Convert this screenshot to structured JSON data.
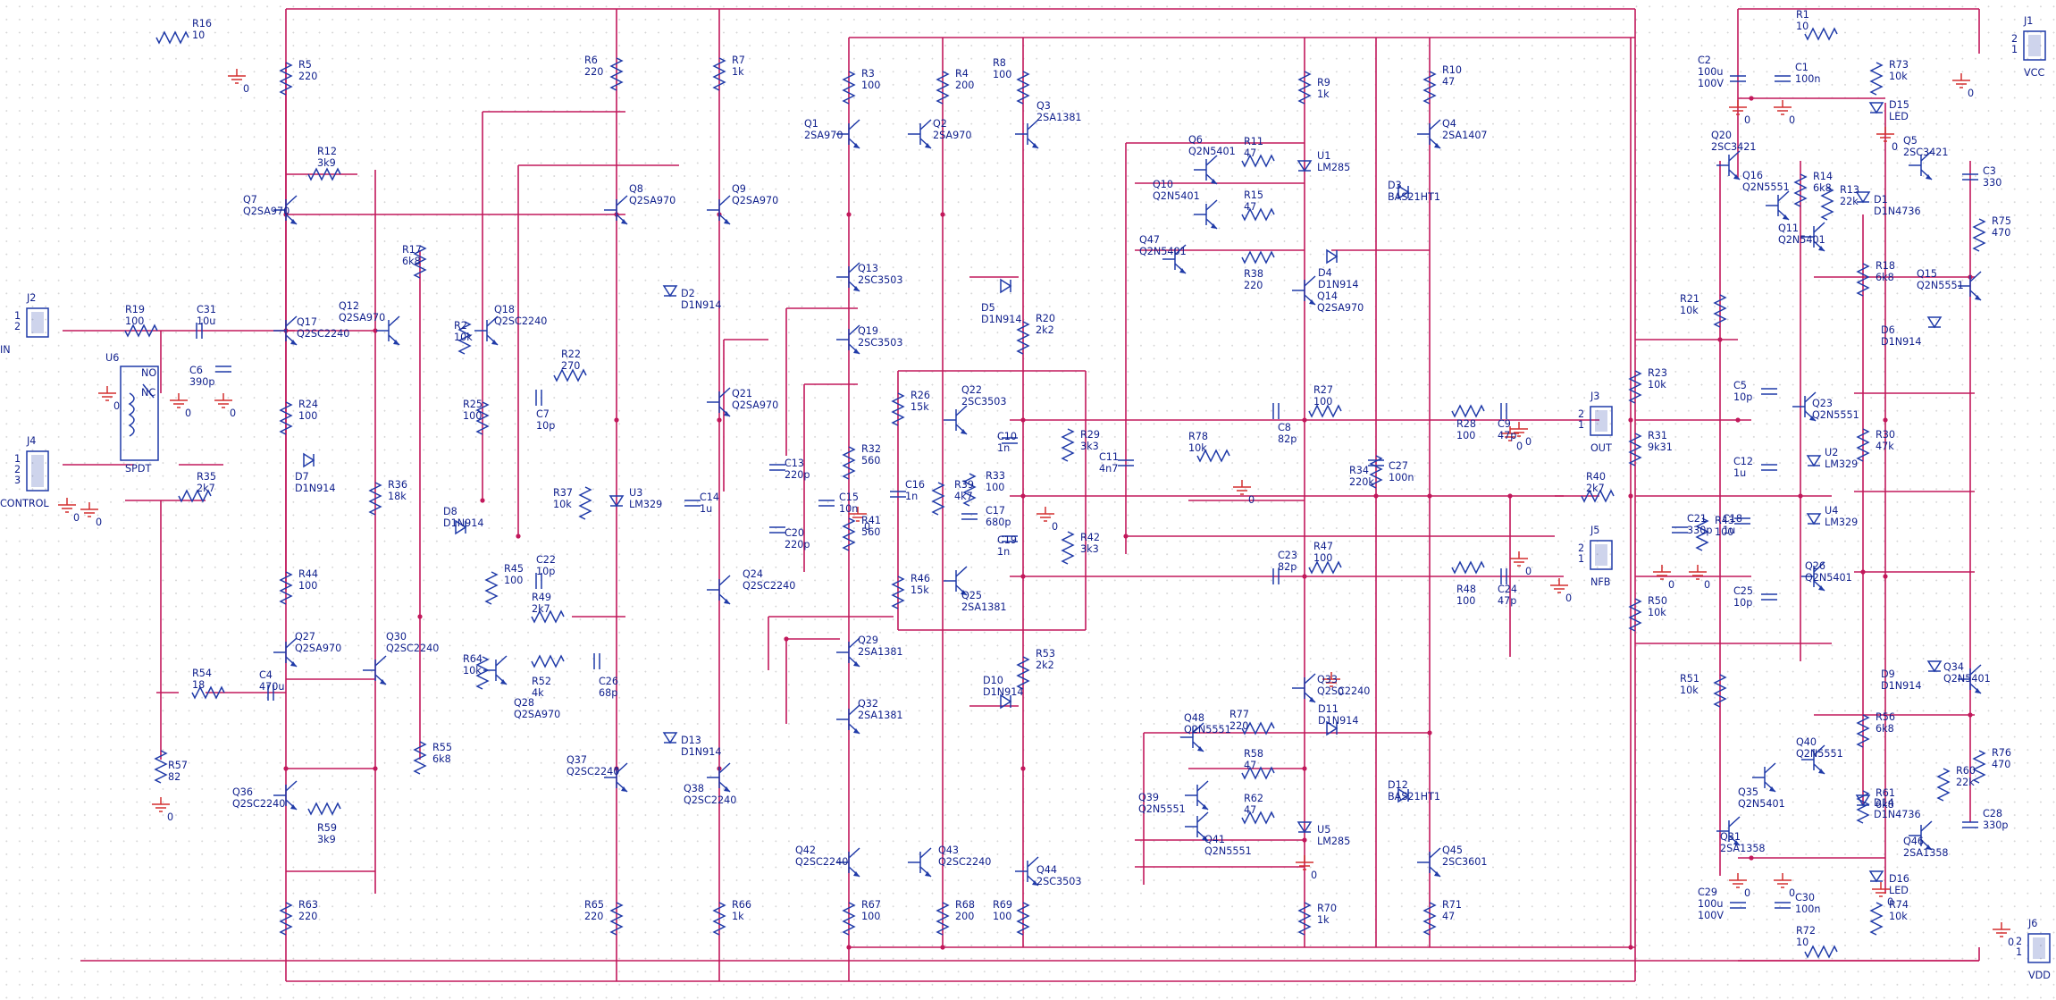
{
  "schematic": {
    "background": "#ffffff",
    "wire_color": "#c2185b",
    "part_color": "#1f3aa8",
    "ground_color": "#d32f2f",
    "text_color": "#0f1f8c",
    "connectors": [
      {
        "ref": "J1",
        "pin_labels": [
          "2",
          "1"
        ],
        "net": "VCC"
      },
      {
        "ref": "J2",
        "pin_labels": [
          "1",
          "2"
        ],
        "net": "IN"
      },
      {
        "ref": "J3",
        "pin_labels": [
          "2",
          "1"
        ],
        "net": "OUT"
      },
      {
        "ref": "J4",
        "pin_labels": [
          "1",
          "2",
          "3"
        ],
        "net": "CONTROL"
      },
      {
        "ref": "J5",
        "pin_labels": [
          "2",
          "1"
        ],
        "net": "NFB"
      },
      {
        "ref": "J6",
        "pin_labels": [
          "2",
          "1"
        ],
        "net": "VDD"
      }
    ],
    "switch": {
      "ref": "U6",
      "type": "SPDT",
      "no": "NO",
      "nc": "NC"
    },
    "resistors": [
      {
        "ref": "R16",
        "value": "10"
      },
      {
        "ref": "R5",
        "value": "220"
      },
      {
        "ref": "R6",
        "value": "220"
      },
      {
        "ref": "R7",
        "value": "1k"
      },
      {
        "ref": "R3",
        "value": "100"
      },
      {
        "ref": "R4",
        "value": "200"
      },
      {
        "ref": "R8",
        "value": "100"
      },
      {
        "ref": "R9",
        "value": "1k"
      },
      {
        "ref": "R10",
        "value": "47"
      },
      {
        "ref": "R1",
        "value": "10"
      },
      {
        "ref": "R73",
        "value": "10k"
      },
      {
        "ref": "R12",
        "value": "3k9"
      },
      {
        "ref": "R11",
        "value": "47"
      },
      {
        "ref": "R15",
        "value": "47"
      },
      {
        "ref": "R14",
        "value": "6k8"
      },
      {
        "ref": "R13",
        "value": "22k"
      },
      {
        "ref": "R75",
        "value": "470"
      },
      {
        "ref": "R17",
        "value": "6k8"
      },
      {
        "ref": "R38",
        "value": "220"
      },
      {
        "ref": "R18",
        "value": "6k8"
      },
      {
        "ref": "R19",
        "value": "100"
      },
      {
        "ref": "R2",
        "value": "10k"
      },
      {
        "ref": "R20",
        "value": "2k2"
      },
      {
        "ref": "R21",
        "value": "10k"
      },
      {
        "ref": "R22",
        "value": "270"
      },
      {
        "ref": "R23",
        "value": "10k"
      },
      {
        "ref": "R24",
        "value": "100"
      },
      {
        "ref": "R25",
        "value": "100"
      },
      {
        "ref": "R26",
        "value": "15k"
      },
      {
        "ref": "R27",
        "value": "100"
      },
      {
        "ref": "R28",
        "value": "100"
      },
      {
        "ref": "R29",
        "value": "3k3"
      },
      {
        "ref": "R30",
        "value": "47k"
      },
      {
        "ref": "R31",
        "value": "9k31"
      },
      {
        "ref": "R32",
        "value": "560"
      },
      {
        "ref": "R33",
        "value": "100"
      },
      {
        "ref": "R34",
        "value": "220k"
      },
      {
        "ref": "R78",
        "value": "10k"
      },
      {
        "ref": "R36",
        "value": "18k"
      },
      {
        "ref": "R35",
        "value": "2k7"
      },
      {
        "ref": "R37",
        "value": "10k"
      },
      {
        "ref": "R39",
        "value": "4k7"
      },
      {
        "ref": "R40",
        "value": "2k7"
      },
      {
        "ref": "R41",
        "value": "560"
      },
      {
        "ref": "R42",
        "value": "3k3"
      },
      {
        "ref": "R43",
        "value": "100"
      },
      {
        "ref": "R44",
        "value": "100"
      },
      {
        "ref": "R45",
        "value": "100"
      },
      {
        "ref": "R46",
        "value": "15k"
      },
      {
        "ref": "R47",
        "value": "100"
      },
      {
        "ref": "R48",
        "value": "100"
      },
      {
        "ref": "R49",
        "value": "2k7"
      },
      {
        "ref": "R50",
        "value": "10k"
      },
      {
        "ref": "R51",
        "value": "10k"
      },
      {
        "ref": "R52",
        "value": "4k"
      },
      {
        "ref": "R53",
        "value": "2k2"
      },
      {
        "ref": "R54",
        "value": "18"
      },
      {
        "ref": "R55",
        "value": "6k8"
      },
      {
        "ref": "R56",
        "value": "6k8"
      },
      {
        "ref": "R57",
        "value": "82"
      },
      {
        "ref": "R58",
        "value": "47"
      },
      {
        "ref": "R59",
        "value": "3k9"
      },
      {
        "ref": "R60",
        "value": "22k"
      },
      {
        "ref": "R61",
        "value": "6k8"
      },
      {
        "ref": "R62",
        "value": "47"
      },
      {
        "ref": "R63",
        "value": "220"
      },
      {
        "ref": "R64",
        "value": "10k"
      },
      {
        "ref": "R65",
        "value": "220"
      },
      {
        "ref": "R66",
        "value": "1k"
      },
      {
        "ref": "R67",
        "value": "100"
      },
      {
        "ref": "R68",
        "value": "200"
      },
      {
        "ref": "R69",
        "value": "100"
      },
      {
        "ref": "R70",
        "value": "1k"
      },
      {
        "ref": "R71",
        "value": "47"
      },
      {
        "ref": "R72",
        "value": "10"
      },
      {
        "ref": "R74",
        "value": "10k"
      },
      {
        "ref": "R76",
        "value": "470"
      },
      {
        "ref": "R77",
        "value": "220"
      }
    ],
    "capacitors": [
      {
        "ref": "C2",
        "value": "100u",
        "extra": "100V"
      },
      {
        "ref": "C1",
        "value": "100n"
      },
      {
        "ref": "C3",
        "value": "330"
      },
      {
        "ref": "C31",
        "value": "10u"
      },
      {
        "ref": "C6",
        "value": "390p"
      },
      {
        "ref": "C7",
        "value": "10p"
      },
      {
        "ref": "C8",
        "value": "82p"
      },
      {
        "ref": "C9",
        "value": "47p"
      },
      {
        "ref": "C5",
        "value": "10p"
      },
      {
        "ref": "C10",
        "value": "1n"
      },
      {
        "ref": "C11",
        "value": "4n7"
      },
      {
        "ref": "C27",
        "value": "100n"
      },
      {
        "ref": "C12",
        "value": "1u"
      },
      {
        "ref": "C13",
        "value": "220p"
      },
      {
        "ref": "C14",
        "value": "1u"
      },
      {
        "ref": "C15",
        "value": "10n"
      },
      {
        "ref": "C16",
        "value": "1n"
      },
      {
        "ref": "C17",
        "value": "680p"
      },
      {
        "ref": "C18",
        "value": "1u"
      },
      {
        "ref": "C19",
        "value": "1n"
      },
      {
        "ref": "C20",
        "value": "220p"
      },
      {
        "ref": "C21",
        "value": "330p"
      },
      {
        "ref": "C22",
        "value": "10p"
      },
      {
        "ref": "C23",
        "value": "82p"
      },
      {
        "ref": "C24",
        "value": "47p"
      },
      {
        "ref": "C25",
        "value": "10p"
      },
      {
        "ref": "C26",
        "value": "68p"
      },
      {
        "ref": "C4",
        "value": "470u"
      },
      {
        "ref": "C28",
        "value": "330p"
      },
      {
        "ref": "C29",
        "value": "100u",
        "extra": "100V"
      },
      {
        "ref": "C30",
        "value": "100n"
      }
    ],
    "transistors": [
      {
        "ref": "Q1",
        "value": "2SA970"
      },
      {
        "ref": "Q2",
        "value": "2SA970"
      },
      {
        "ref": "Q3",
        "value": "2SA1381"
      },
      {
        "ref": "Q4",
        "value": "2SA1407"
      },
      {
        "ref": "Q5",
        "value": "2SC3421"
      },
      {
        "ref": "Q6",
        "value": "Q2N5401"
      },
      {
        "ref": "Q7",
        "value": "Q2SA970"
      },
      {
        "ref": "Q8",
        "value": "Q2SA970"
      },
      {
        "ref": "Q9",
        "value": "Q2SA970"
      },
      {
        "ref": "Q10",
        "value": "Q2N5401"
      },
      {
        "ref": "Q11",
        "value": "Q2N5401"
      },
      {
        "ref": "Q12",
        "value": "Q2SA970"
      },
      {
        "ref": "Q13",
        "value": "2SC3503"
      },
      {
        "ref": "Q14",
        "value": "Q2SA970"
      },
      {
        "ref": "Q15",
        "value": "Q2N5551"
      },
      {
        "ref": "Q16",
        "value": "Q2N5551"
      },
      {
        "ref": "Q17",
        "value": "Q2SC2240"
      },
      {
        "ref": "Q18",
        "value": "Q2SC2240"
      },
      {
        "ref": "Q19",
        "value": "2SC3503"
      },
      {
        "ref": "Q20",
        "value": "2SC3421"
      },
      {
        "ref": "Q21",
        "value": "Q2SA970"
      },
      {
        "ref": "Q22",
        "value": "2SC3503"
      },
      {
        "ref": "Q23",
        "value": "Q2N5551"
      },
      {
        "ref": "Q24",
        "value": "Q2SC2240"
      },
      {
        "ref": "Q25",
        "value": "2SA1381"
      },
      {
        "ref": "Q26",
        "value": "Q2N5401"
      },
      {
        "ref": "Q27",
        "value": "Q2SA970"
      },
      {
        "ref": "Q28",
        "value": "Q2SA970"
      },
      {
        "ref": "Q29",
        "value": "2SA1381"
      },
      {
        "ref": "Q30",
        "value": "Q2SC2240"
      },
      {
        "ref": "Q31",
        "value": "2SA1358"
      },
      {
        "ref": "Q32",
        "value": "2SA1381"
      },
      {
        "ref": "Q33",
        "value": "Q2SC2240"
      },
      {
        "ref": "Q34",
        "value": "Q2N5401"
      },
      {
        "ref": "Q35",
        "value": "Q2N5401"
      },
      {
        "ref": "Q36",
        "value": "Q2SC2240"
      },
      {
        "ref": "Q37",
        "value": "Q2SC2240"
      },
      {
        "ref": "Q38",
        "value": "Q2SC2240"
      },
      {
        "ref": "Q39",
        "value": "Q2N5551"
      },
      {
        "ref": "Q40",
        "value": "Q2N5551"
      },
      {
        "ref": "Q41",
        "value": "Q2N5551"
      },
      {
        "ref": "Q42",
        "value": "Q2SC2240"
      },
      {
        "ref": "Q43",
        "value": "Q2SC2240"
      },
      {
        "ref": "Q44",
        "value": "2SC3503"
      },
      {
        "ref": "Q45",
        "value": "2SC3601"
      },
      {
        "ref": "Q46",
        "value": "2SA1358"
      },
      {
        "ref": "Q47",
        "value": "Q2N5401"
      },
      {
        "ref": "Q48",
        "value": "Q2N5551"
      }
    ],
    "diodes": [
      {
        "ref": "D1",
        "value": "D1N4736"
      },
      {
        "ref": "D2",
        "value": "D1N914"
      },
      {
        "ref": "D3",
        "value": "BAS21HT1"
      },
      {
        "ref": "D4",
        "value": "D1N914"
      },
      {
        "ref": "D5",
        "value": "D1N914"
      },
      {
        "ref": "D6",
        "value": "D1N914"
      },
      {
        "ref": "D7",
        "value": "D1N914"
      },
      {
        "ref": "D8",
        "value": "D1N914"
      },
      {
        "ref": "D9",
        "value": "D1N914"
      },
      {
        "ref": "D10",
        "value": "D1N914"
      },
      {
        "ref": "D11",
        "value": "D1N914"
      },
      {
        "ref": "D12",
        "value": "BAS21HT1"
      },
      {
        "ref": "D13",
        "value": "D1N914"
      },
      {
        "ref": "D14",
        "value": "D1N4736"
      },
      {
        "ref": "D15",
        "value": "LED"
      },
      {
        "ref": "D16",
        "value": "LED"
      }
    ],
    "ics": [
      {
        "ref": "U1",
        "value": "LM285"
      },
      {
        "ref": "U2",
        "value": "LM329"
      },
      {
        "ref": "U3",
        "value": "LM329"
      },
      {
        "ref": "U4",
        "value": "LM329"
      },
      {
        "ref": "U5",
        "value": "LM285"
      }
    ],
    "ground_label": "0"
  }
}
